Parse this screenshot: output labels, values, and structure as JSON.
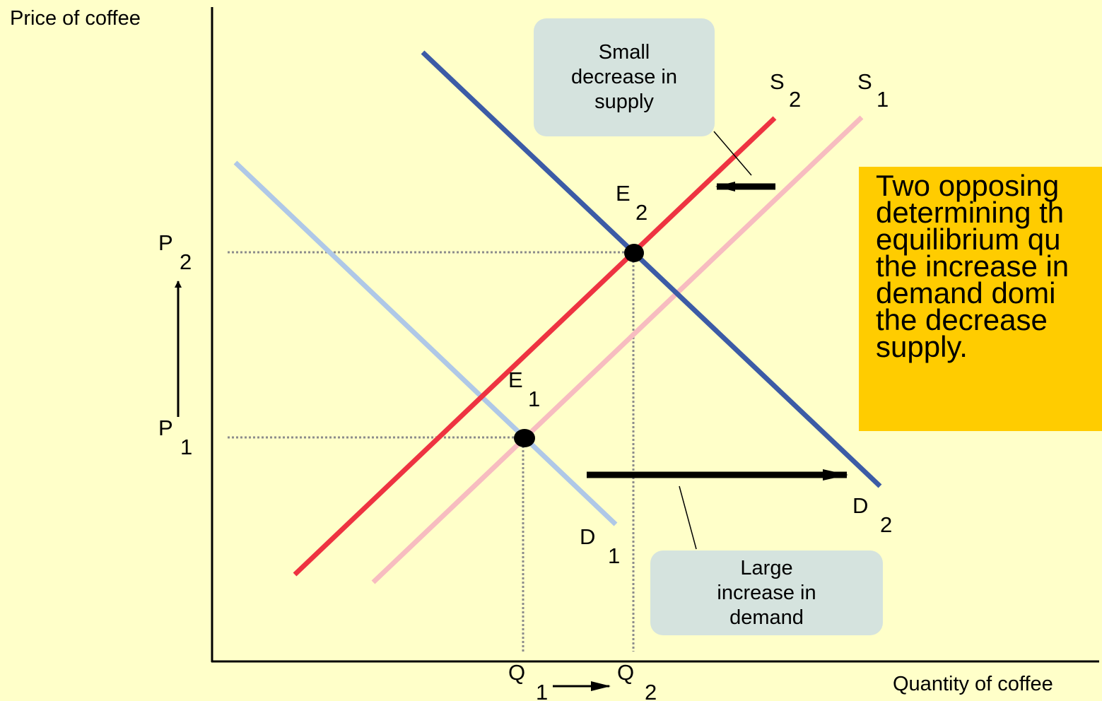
{
  "axes": {
    "y_title": "Price of coffee",
    "x_title": "Quantity of coffee"
  },
  "curves": {
    "s1": {
      "letter": "S",
      "sub": "1",
      "color": "#F7BCC0"
    },
    "s2": {
      "letter": "S",
      "sub": "2",
      "color": "#EE3341"
    },
    "d1": {
      "letter": "D",
      "sub": "1",
      "color": "#AFC8E7"
    },
    "d2": {
      "letter": "D",
      "sub": "2",
      "color": "#3C5BA6"
    }
  },
  "equilibria": {
    "e1": {
      "letter": "E",
      "sub": "1"
    },
    "e2": {
      "letter": "E",
      "sub": "2"
    }
  },
  "prices": {
    "p1": {
      "letter": "P",
      "sub": "1"
    },
    "p2": {
      "letter": "P",
      "sub": "2"
    }
  },
  "quantities": {
    "q1": {
      "letter": "Q",
      "sub": "1"
    },
    "q2": {
      "letter": "Q",
      "sub": "2"
    }
  },
  "callouts": {
    "supply": [
      "Small",
      "decrease in",
      "supply"
    ],
    "demand": [
      "Large",
      "increase in",
      "demand"
    ]
  },
  "note": {
    "lines": [
      "Two opposing",
      "determining th",
      "equilibrium qu",
      "the increase in",
      "demand domi",
      "the decrease",
      "supply."
    ]
  },
  "colors": {
    "background": "#FFFFC9",
    "callout_fill": "#D5E3DE",
    "note_fill": "#FFCC00",
    "guide": "#8C8C8C"
  }
}
